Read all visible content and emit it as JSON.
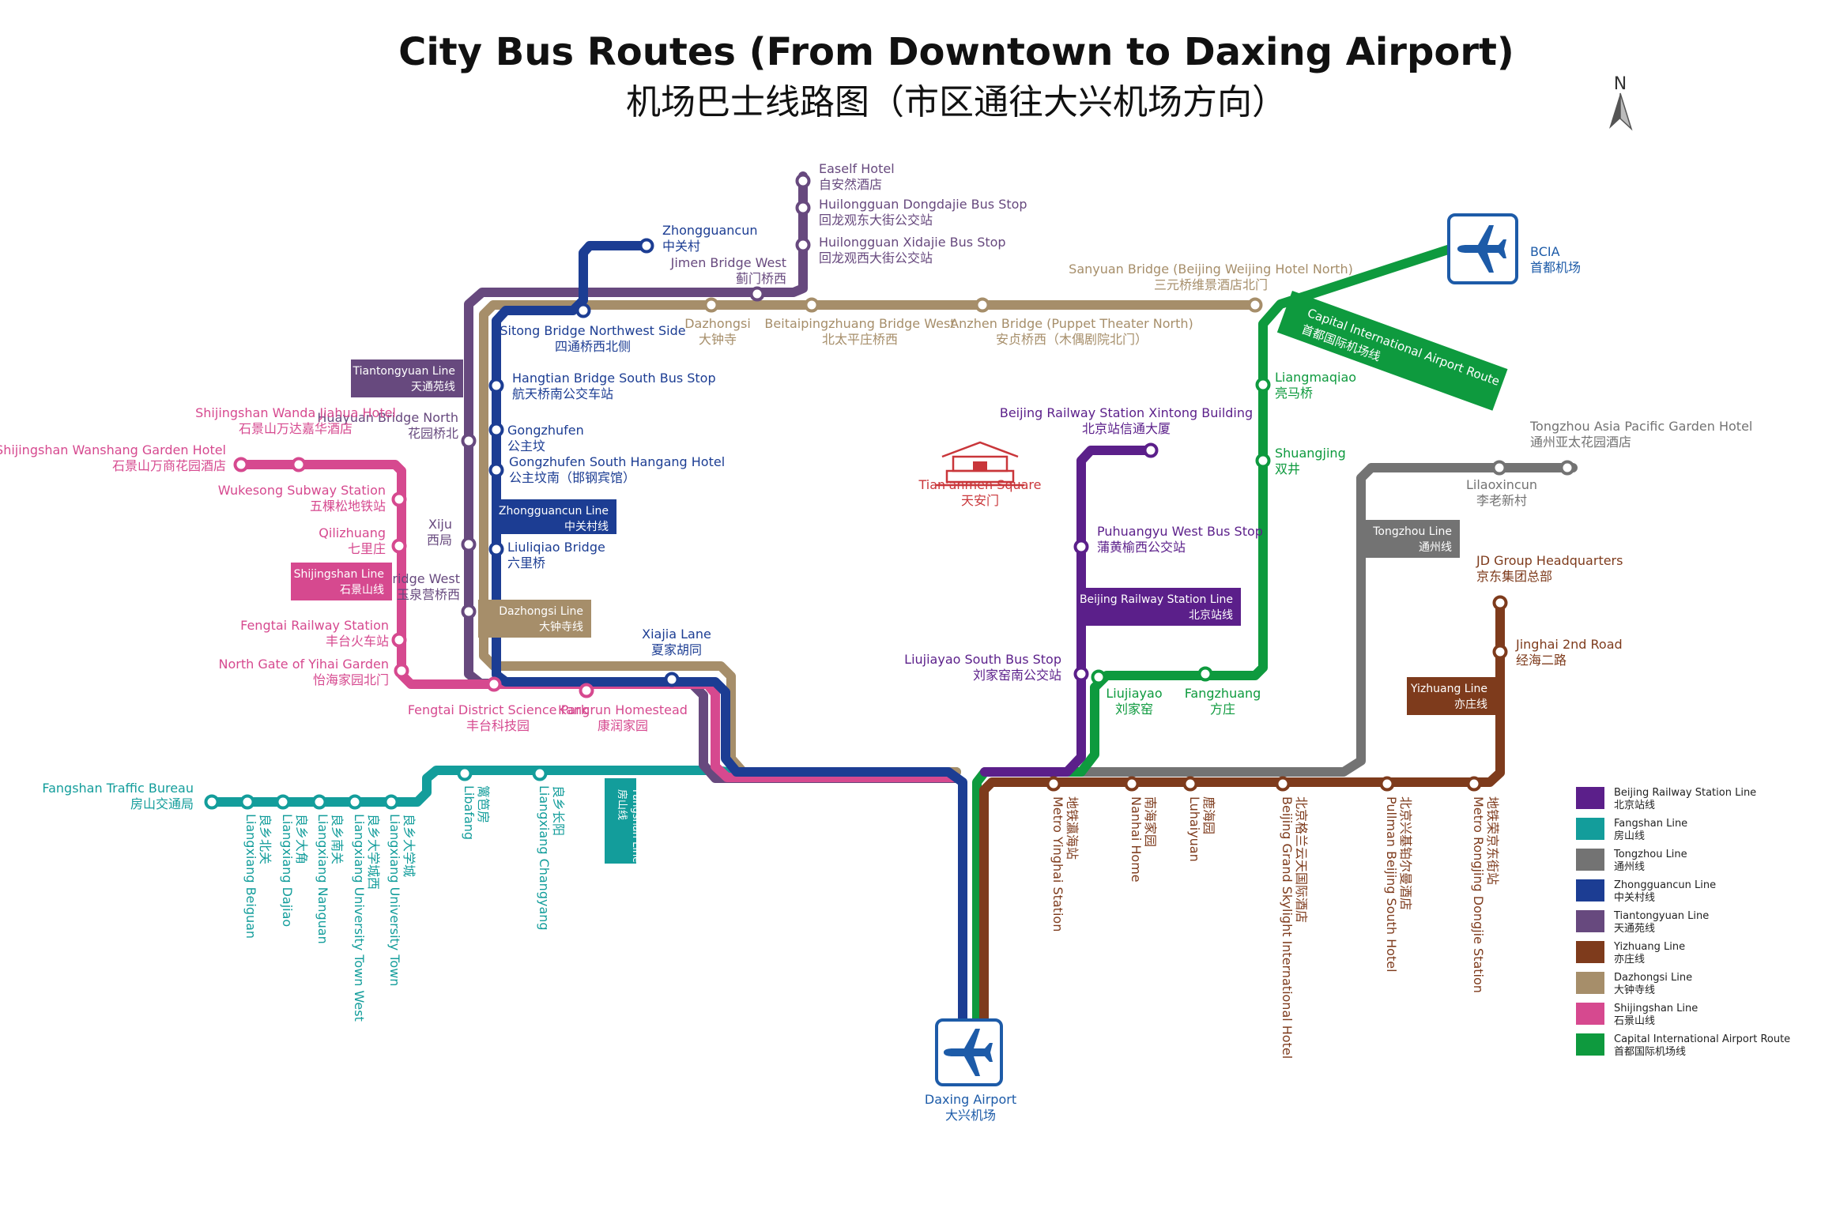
{
  "title_en": "City Bus Routes (From Downtown to Daxing Airport)",
  "title_zh": "机场巴士线路图（市区通往大兴机场方向）",
  "north_label": "N",
  "line_colors": {
    "beijing_railway_station": "#5b1f8a",
    "fangshan": "#139d9b",
    "tongzhou": "#737373",
    "zhongguancun": "#1c3d93",
    "tiantongyuan": "#67497e",
    "yizhuang": "#7e3b1c",
    "dazhongsi": "#a68e6a",
    "shijingshan": "#d6498f",
    "capital_airport": "#0e9a3e",
    "airport_blue": "#1d5ba8",
    "tiananmen_red": "#c9363a"
  },
  "airports": {
    "bcia": {
      "en": "BCIA",
      "zh": "首都机场"
    },
    "daxing": {
      "en": "Daxing Airport",
      "zh": "大兴机场"
    }
  },
  "landmark": {
    "en": "Tian'anmen Square",
    "zh": "天安门",
    "icon": "tiananmen-icon"
  },
  "line_tags": {
    "tiantongyuan": {
      "en": "Tiantongyuan Line",
      "zh": "天通苑线"
    },
    "shijingshan": {
      "en": "Shijingshan Line",
      "zh": "石景山线"
    },
    "zhongguancun": {
      "en": "Zhongguancun Line",
      "zh": "中关村线"
    },
    "dazhongsi": {
      "en": "Dazhongsi Line",
      "zh": "大钟寺线"
    },
    "fangshan": {
      "en": "Fangshan Line",
      "zh": "房山线"
    },
    "beijing_railway_station": {
      "en": "Beijing Railway Station Line",
      "zh": "北京站线"
    },
    "tongzhou": {
      "en": "Tongzhou Line",
      "zh": "通州线"
    },
    "yizhuang": {
      "en": "Yizhuang Line",
      "zh": "亦庄线"
    },
    "capital_airport": {
      "en": "Capital International Airport Route",
      "zh": "首都国际机场线"
    }
  },
  "stations": {
    "eaself": {
      "en": "Eaself Hotel",
      "zh": "自安然酒店"
    },
    "huilongguan_dongdajie": {
      "en": "Huilongguan Dongdajie Bus Stop",
      "zh": "回龙观东大街公交站"
    },
    "huilongguan_xidajie": {
      "en": "Huilongguan Xidajie Bus Stop",
      "zh": "回龙观西大街公交站"
    },
    "zhongguancun": {
      "en": "Zhongguancun",
      "zh": "中关村"
    },
    "jimen": {
      "en": "Jimen Bridge West",
      "zh": "蓟门桥西"
    },
    "dazhongsi": {
      "en": "Dazhongsi",
      "zh": "大钟寺"
    },
    "beitaipingzhuang": {
      "en": "Beitaipingzhuang Bridge West",
      "zh": "北太平庄桥西"
    },
    "anzhen": {
      "en": "Anzhen Bridge (Puppet Theater North)",
      "zh": "安贞桥西（木偶剧院北门）"
    },
    "sanyuan": {
      "en": "Sanyuan Bridge (Beijing Weijing Hotel North)",
      "zh": "三元桥维景酒店北门"
    },
    "sitong": {
      "en": "Sitong Bridge Northwest Side",
      "zh": "四通桥西北侧"
    },
    "hangtian": {
      "en": "Hangtian Bridge South Bus Stop",
      "zh": "航天桥南公交车站"
    },
    "gongzhufen": {
      "en": "Gongzhufen",
      "zh": "公主坟"
    },
    "gongzhufen_south": {
      "en": "Gongzhufen South Hangang Hotel",
      "zh": "公主坟南（邯钢宾馆）"
    },
    "liuliqiao": {
      "en": "Liuliqiao Bridge",
      "zh": "六里桥"
    },
    "huayuan": {
      "en": "Huayuan Bridge North",
      "zh": "花园桥北"
    },
    "xiju": {
      "en": "Xiju",
      "zh": "西局"
    },
    "yuquanying": {
      "en": "Yuquanying Bridge West",
      "zh": "玉泉营桥西"
    },
    "wanda": {
      "en": "Shijingshan Wanda Jiahua Hotel",
      "zh": "石景山万达嘉华酒店"
    },
    "wanshang": {
      "en": "Shijingshan Wanshang Garden Hotel",
      "zh": "石景山万商花园酒店"
    },
    "wukesong": {
      "en": "Wukesong Subway Station",
      "zh": "五棵松地铁站"
    },
    "qilizhuang": {
      "en": "Qilizhuang",
      "zh": "七里庄"
    },
    "fengtai_rail": {
      "en": "Fengtai Railway Station",
      "zh": "丰台火车站"
    },
    "yihai": {
      "en": "North Gate of Yihai Garden",
      "zh": "怡海家园北门"
    },
    "fengtai_science": {
      "en": "Fengtai District Science Park",
      "zh": "丰台科技园"
    },
    "kangrun": {
      "en": "Kangrun Homestead",
      "zh": "康润家园"
    },
    "xiajia": {
      "en": "Xiajia Lane",
      "zh": "夏家胡同"
    },
    "fangshan_traffic": {
      "en": "Fangshan Traffic Bureau",
      "zh": "房山交通局"
    },
    "beiguan": {
      "en": "Liangxiang Beiguan",
      "zh": "良乡北关"
    },
    "dajiao": {
      "en": "Liangxiang Dajiao",
      "zh": "良乡大角"
    },
    "nanguan": {
      "en": "Liangxiang Nanguan",
      "zh": "良乡南关"
    },
    "univ_west": {
      "en": "Liangxiang University Town West",
      "zh": "良乡大学城西"
    },
    "univ_town": {
      "en": "Liangxiang University Town",
      "zh": "良乡大学城"
    },
    "libafang": {
      "en": "Libafang",
      "zh": "篱笆房"
    },
    "changyang": {
      "en": "Liangxiang Changyang",
      "zh": "良乡长阳"
    },
    "xintong": {
      "en": "Beijing Railway Station Xintong Building",
      "zh": "北京站信通大厦"
    },
    "puhuangyu": {
      "en": "Puhuangyu West Bus Stop",
      "zh": "蒲黄榆西公交站"
    },
    "liujiayao_south": {
      "en": "Liujiayao South Bus Stop",
      "zh": "刘家窑南公交站"
    },
    "liujiayao": {
      "en": "Liujiayao",
      "zh": "刘家窑"
    },
    "fangzhuang": {
      "en": "Fangzhuang",
      "zh": "方庄"
    },
    "liangmaqiao": {
      "en": "Liangmaqiao",
      "zh": "亮马桥"
    },
    "shuangjing": {
      "en": "Shuangjing",
      "zh": "双井"
    },
    "tongzhou_hotel": {
      "en": "Tongzhou Asia Pacific Garden Hotel",
      "zh": "通州亚太花园酒店"
    },
    "lilaoxincun": {
      "en": "Lilaoxincun",
      "zh": "李老新村"
    },
    "jd": {
      "en": "JD Group Headquarters",
      "zh": "京东集团总部"
    },
    "jinghai": {
      "en": "Jinghai 2nd Road",
      "zh": "经海二路"
    },
    "yinghai": {
      "en": "Metro Yinghai Station",
      "zh": "地铁瀛海站"
    },
    "nanhai": {
      "en": "Nanhai Home",
      "zh": "南海家园"
    },
    "luhaiyuan": {
      "en": "Luhaiyuan",
      "zh": "鹿海园"
    },
    "skylight": {
      "en": "Beijing Grand Skylight International Hotel",
      "zh": "北京格兰云天国际酒店"
    },
    "pullman": {
      "en": "Pullman Beijing South Hotel",
      "zh": "北京兴基铂尔曼酒店"
    },
    "rongjing": {
      "en": "Metro Rongjing Dongjie Station",
      "zh": "地铁荣京东街站"
    }
  },
  "legend": [
    {
      "en": "Beijing Railway Station Line",
      "zh": "北京站线",
      "color": "#5b1f8a"
    },
    {
      "en": "Fangshan Line",
      "zh": "房山线",
      "color": "#139d9b"
    },
    {
      "en": "Tongzhou Line",
      "zh": "通州线",
      "color": "#737373"
    },
    {
      "en": "Zhongguancun Line",
      "zh": "中关村线",
      "color": "#1c3d93"
    },
    {
      "en": "Tiantongyuan Line",
      "zh": "天通苑线",
      "color": "#67497e"
    },
    {
      "en": "Yizhuang Line",
      "zh": "亦庄线",
      "color": "#7e3b1c"
    },
    {
      "en": "Dazhongsi Line",
      "zh": "大钟寺线",
      "color": "#a68e6a"
    },
    {
      "en": "Shijingshan Line",
      "zh": "石景山线",
      "color": "#d6498f"
    },
    {
      "en": "Capital International Airport Route",
      "zh": "首都国际机场线",
      "color": "#0e9a3e"
    }
  ]
}
